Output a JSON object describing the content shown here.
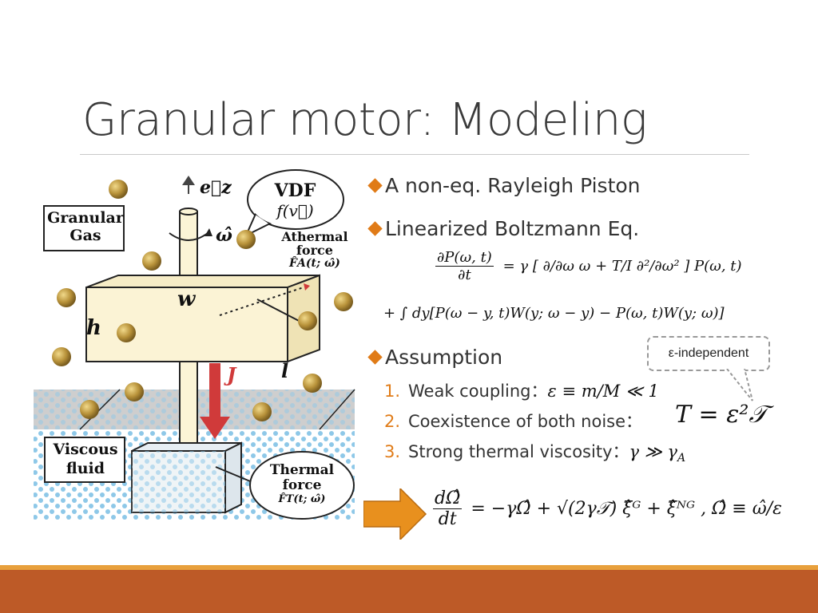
{
  "title": "Granular motor: Modeling",
  "bullets": {
    "b1": "A non-eq. Rayleigh Piston",
    "b2": "Linearized Boltzmann Eq.",
    "b3": "Assumption"
  },
  "assumptions": [
    {
      "num": "1.",
      "text": "Weak coupling：",
      "math": "ε ≡ m/M ≪ 1"
    },
    {
      "num": "2.",
      "text": "Coexistence of both noise：",
      "math": ""
    },
    {
      "num": "3.",
      "text": "Strong thermal viscosity：",
      "math": "γ ≫ γ"
    }
  ],
  "callout": "ε-independent",
  "equations": {
    "eq1_lhs": "∂P(ω, t)",
    "eq1_lhs_den": "∂t",
    "eq1_rhs": "= γ [ ∂/∂ω ω + T/I ∂²/∂ω² ] P(ω, t)",
    "eq2": "+ ∫ dy[P(ω − y, t)W(y; ω − y) − P(ω, t)W(y; ω)]",
    "temp": "T = ε²𝒯",
    "langevin": "= −γΩ̂ + √(2γ𝒯) ξ̂ᴳ + ξ̂ᴺᴳ ,  Ω̂ ≡ ω̂/ε"
  },
  "figure": {
    "granular_gas": [
      "Granular",
      "Gas"
    ],
    "viscous_fluid": [
      "Viscous",
      "fluid"
    ],
    "vdf": "VDF",
    "vdf_func": "f(v⃗)",
    "athermal": [
      "Athermal",
      "force"
    ],
    "athermal_sym": "F̂A(t; ω̂)",
    "thermal": [
      "Thermal",
      "force"
    ],
    "thermal_sym": "F̂T(t; ω̂)",
    "ez": "e⃗z",
    "omega": "ω̂",
    "w": "w",
    "h": "h",
    "l": "l",
    "J": "J"
  },
  "colors": {
    "accent": "#e07b17",
    "footer": "#bd5a27",
    "bead": "#b8923a",
    "arrow_red": "#d03a3a"
  }
}
